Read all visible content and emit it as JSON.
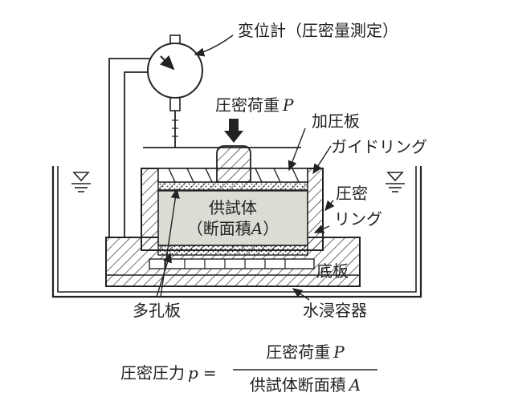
{
  "labels": {
    "dial_gauge": "変位計（圧密量測定）",
    "load": "圧密荷重",
    "load_symbol": "P",
    "loading_plate": "加圧板",
    "guide_ring": "ガイドリング",
    "consolidation_ring_1": "圧密",
    "consolidation_ring_2": "リング",
    "specimen_1": "供試体",
    "specimen_2_open": "（断面積",
    "specimen_2_symbol": "A",
    "specimen_2_close": "）",
    "base_plate": "底板",
    "porous_plate": "多孔板",
    "water_container": "水浸容器"
  },
  "formula": {
    "lhs": "圧密圧力",
    "lhs_symbol": "p",
    "equals": "=",
    "numerator": "圧密荷重",
    "numerator_symbol": "P",
    "denominator": "供試体断面積",
    "denominator_symbol": "A"
  },
  "colors": {
    "line": "#222222",
    "specimen_fill": "#d9ddd4",
    "background": "#ffffff"
  }
}
